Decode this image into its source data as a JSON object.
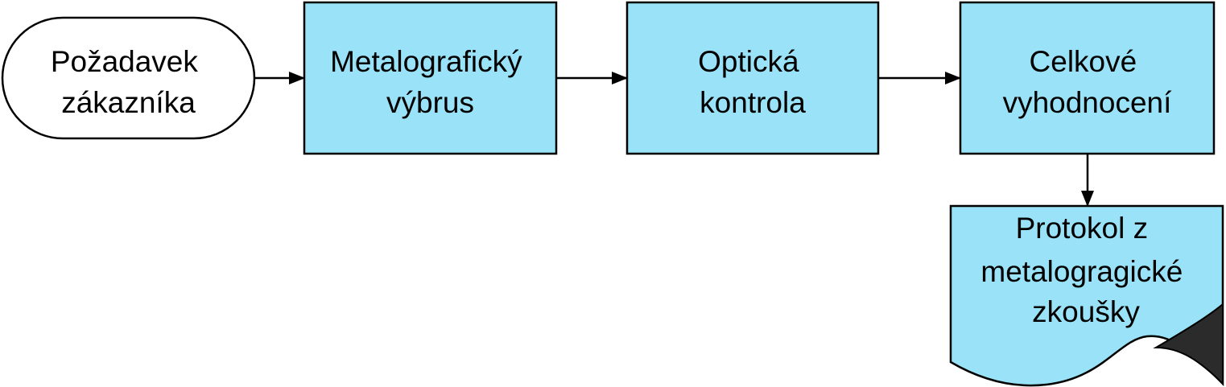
{
  "diagram": {
    "type": "flowchart",
    "colors": {
      "process_fill": "#99E2F7",
      "terminal_fill": "#FFFFFF",
      "stroke": "#000000",
      "page_curl": "#2B2B2B"
    },
    "nodes": {
      "start": {
        "shape": "terminal",
        "lines": [
          "Požadavek",
          "zákazníka"
        ]
      },
      "sample": {
        "shape": "process",
        "lines": [
          "Metalografický",
          "výbrus"
        ]
      },
      "optical": {
        "shape": "process",
        "lines": [
          "Optická",
          "kontrola"
        ]
      },
      "evaluation": {
        "shape": "process",
        "lines": [
          "Celkové",
          "vyhodnocení"
        ]
      },
      "report": {
        "shape": "document",
        "lines": [
          "Protokol z",
          "metalogragické",
          "zkoušky"
        ]
      }
    },
    "edges": [
      {
        "from": "start",
        "to": "sample"
      },
      {
        "from": "sample",
        "to": "optical"
      },
      {
        "from": "optical",
        "to": "evaluation"
      },
      {
        "from": "evaluation",
        "to": "report"
      }
    ]
  }
}
